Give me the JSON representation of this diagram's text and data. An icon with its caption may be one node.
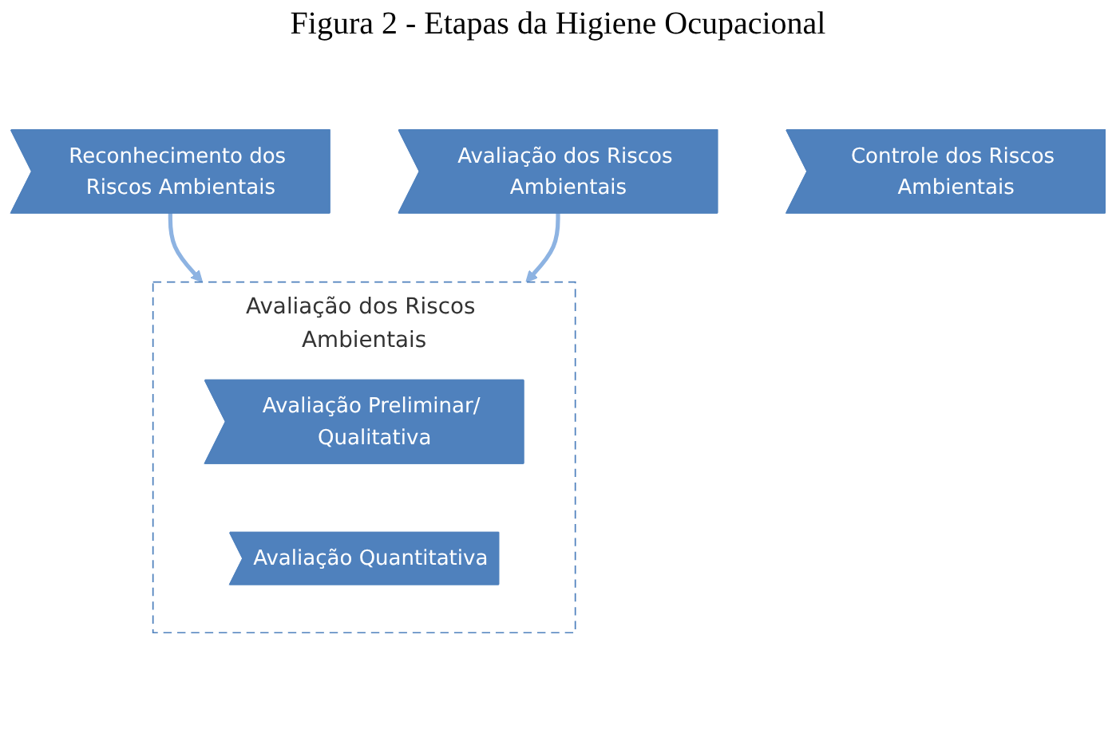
{
  "diagram": {
    "title": "Figura 2 - Etapas da Higiene Ocupacional",
    "nodes": [
      {
        "text": [
          "Reconhecimento dos Riscos Ambientais"
        ]
      },
      {
        "text": [
          "Avaliação dos Riscos Ambientais"
        ]
      },
      {
        "text": [
          "Controle dos Riscos Ambientais"
        ]
      },
      {
        "text": [
          "Avaliação dos Riscos Ambientais"
        ]
      },
      {
        "text": [
          "Avaliação Preliminar/ Qualitativa"
        ],
        "in": 3
      },
      {
        "text": [
          "Avaliação Quantitativa"
        ],
        "in": 3
      }
    ],
    "edges": [
      {
        "from": 0,
        "to": 3,
        "arrow": "to"
      },
      {
        "from": 1,
        "to": 3,
        "arrow": "to"
      }
    ]
  }
}
